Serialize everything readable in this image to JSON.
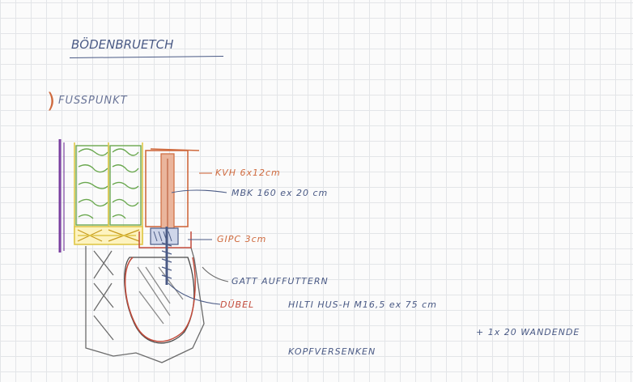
{
  "sketch": {
    "title": "BÖDENBRUETCH",
    "section_label": "FUSSPUNKT",
    "labels": {
      "kvh": "KVH 6x12cm",
      "mbk": "MBK 160 ex 20 cm",
      "gipc": "GIPC 3cm",
      "gatt": "GATT AUFFUTTERN",
      "dubel": "DÜBEL",
      "hilti": "HILTI HUS-H M16,5    ex 75 cm",
      "wandende": "+ 1x 20 WANDENDE",
      "kopf": "KOPFVERSENKEN"
    },
    "colors": {
      "ink_blue": "#4a5a85",
      "orange": "#cf6a3e",
      "green": "#6aa84f",
      "yellow": "#e0c84a",
      "purple": "#7a3fa0",
      "red": "#c24a3a",
      "gray": "#6b6b6b"
    }
  }
}
